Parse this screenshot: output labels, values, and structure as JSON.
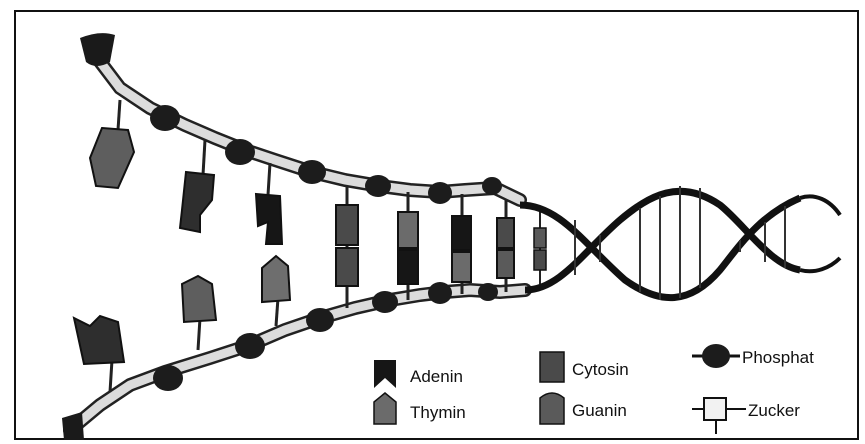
{
  "legend": {
    "adenin": "Adenin",
    "thymin": "Thymin",
    "cytosin": "Cytosin",
    "guanin": "Guanin",
    "phosphat": "Phosphat",
    "zucker": "Zucker"
  },
  "colors": {
    "ink": "#111111",
    "phosphate": "#1c1c1c",
    "sugar": "#e8e8e8",
    "adenin": "#161616",
    "thymin": "#6b6b6b",
    "cytosin": "#4a4a4a",
    "guanin": "#5a5a5a",
    "background": "#ffffff"
  }
}
